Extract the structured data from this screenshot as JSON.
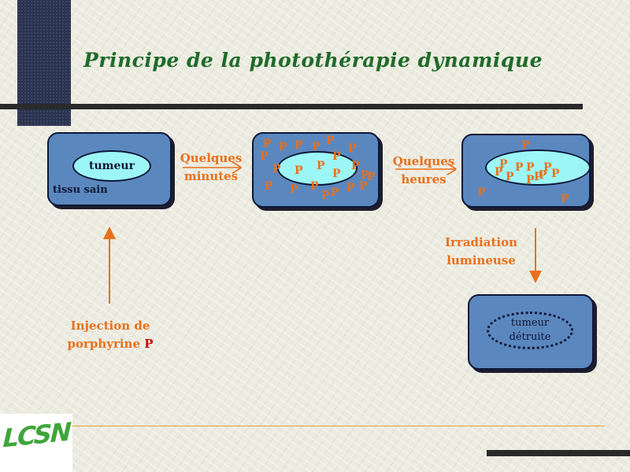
{
  "title": "Principe de la photothérapie dynamique",
  "panel1": {
    "ellipse_label": "tumeur",
    "corner_label": "tissu sain"
  },
  "step1": {
    "line1": "Quelques",
    "line2": "minutes"
  },
  "step2": {
    "line1": "Quelques",
    "line2": "heures"
  },
  "step3": {
    "line1": "Irradiation",
    "line2": "lumineuse"
  },
  "injection": {
    "line1": "Injection de",
    "line2_prefix": "porphyrine",
    "line2_p": "P"
  },
  "panel4": {
    "line1": "tumeur",
    "line2": "détruite"
  },
  "marker": "P",
  "logo": "LCSN",
  "colors": {
    "title": "#1f6b2a",
    "annotation": "#e8701a",
    "panel": "#5b87bf",
    "tumor": "#9df6f6",
    "porphyrin_red": "#cc0000"
  }
}
